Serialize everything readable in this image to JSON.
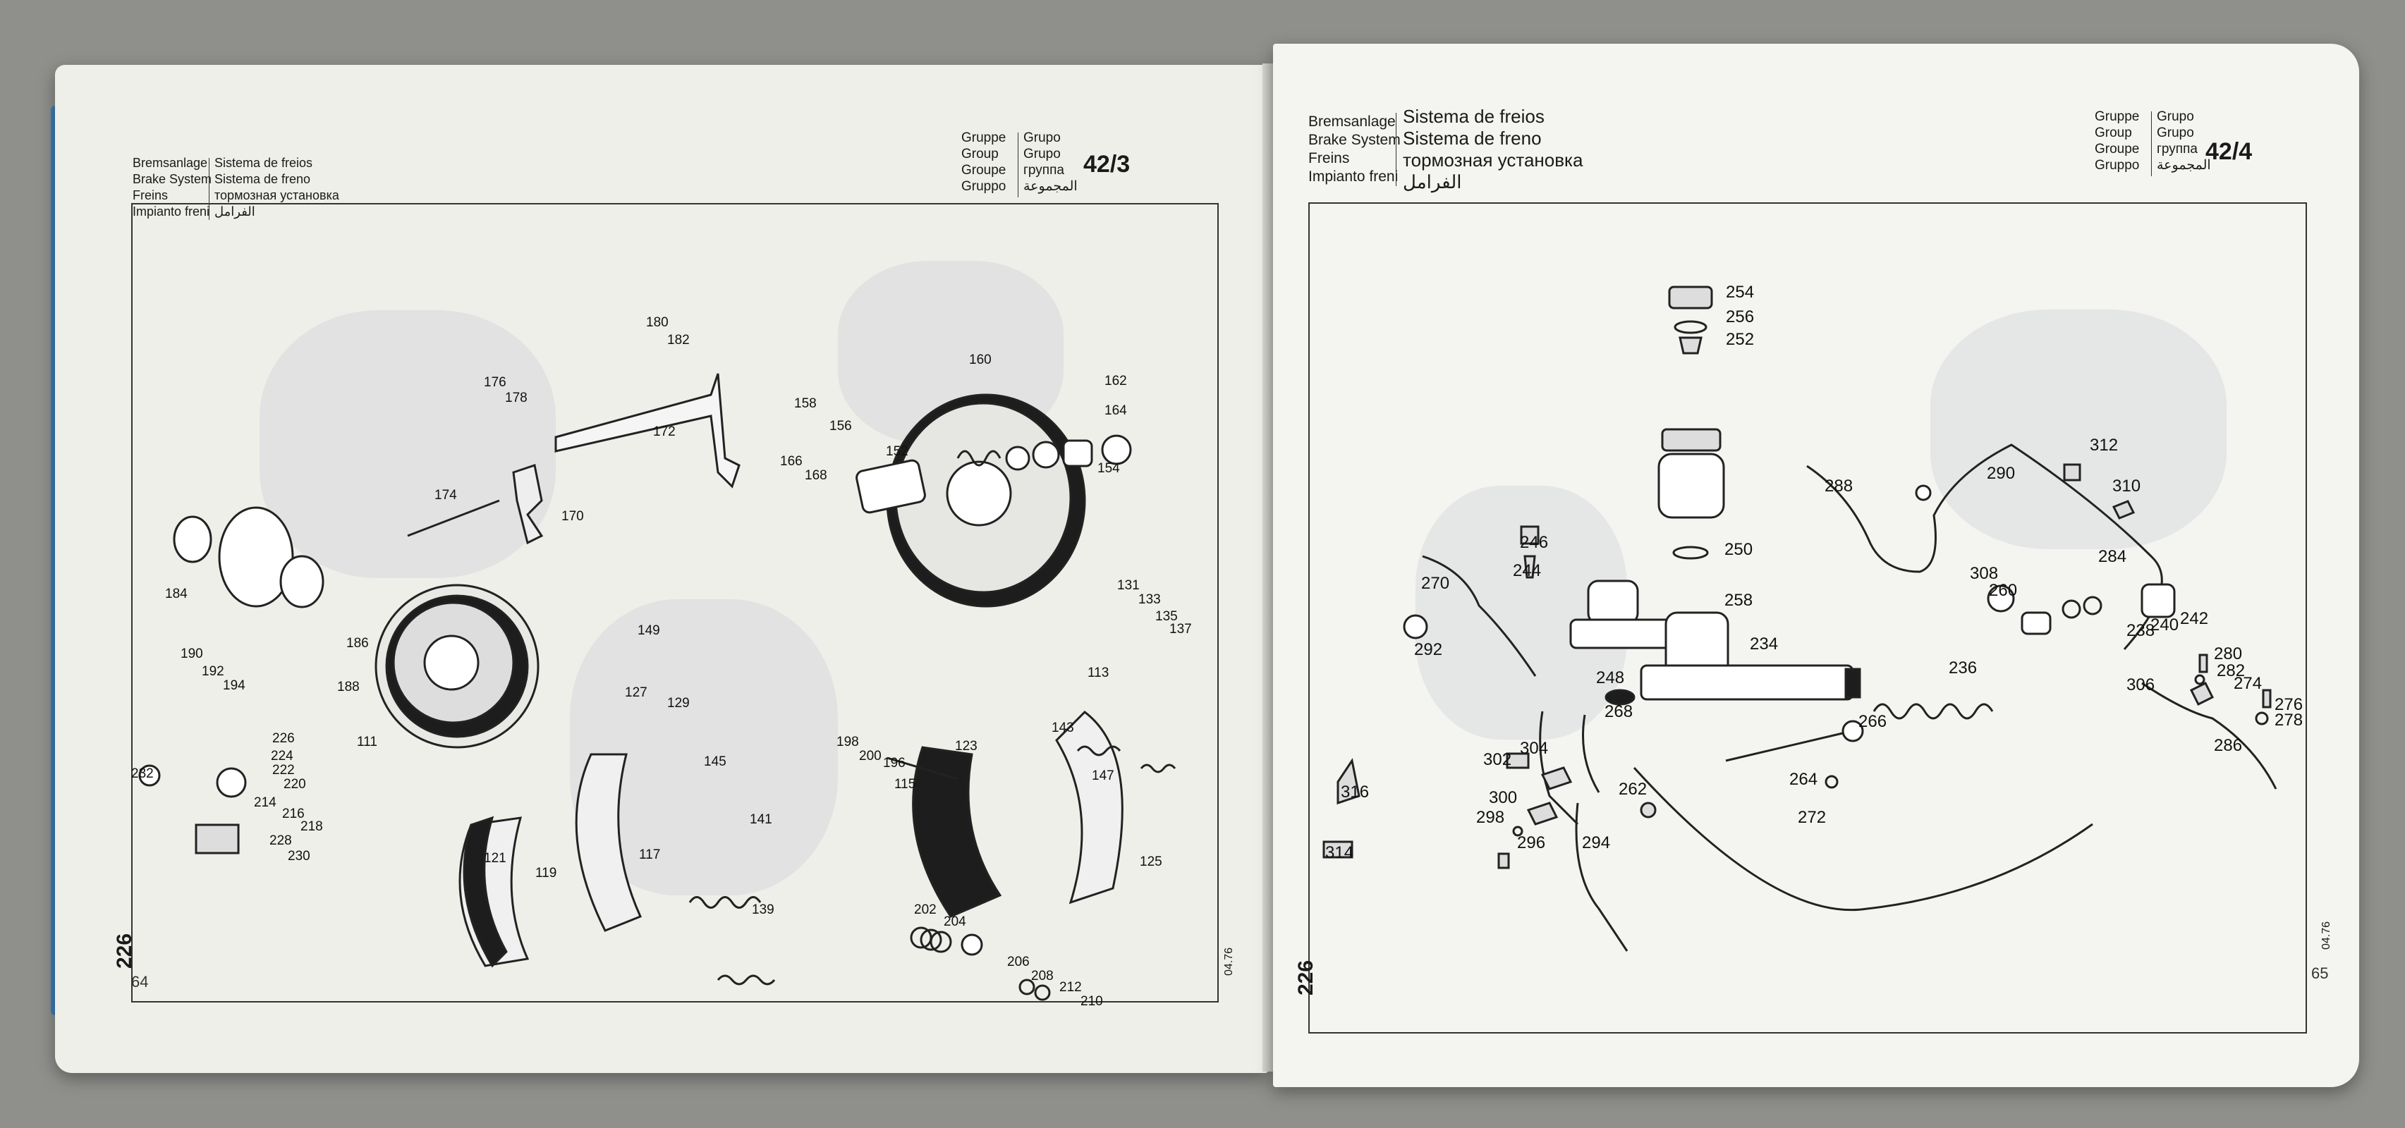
{
  "left_page": {
    "header_labels": [
      "Bremsanlage",
      "Brake System",
      "Freins",
      "Impianto freni"
    ],
    "header_translations": [
      "Sistema de freios",
      "Sistema de freno",
      "тормозная установка",
      "الفرامل"
    ],
    "group_labels": [
      "Gruppe",
      "Group",
      "Groupe",
      "Gruppo"
    ],
    "group_translations": [
      "Grupo",
      "Grupo",
      "группа",
      "المجموعة"
    ],
    "group_number": "42/3",
    "side_number": "226",
    "side_date": "04.76",
    "page_number": "64",
    "part_numbers": [
      "180",
      "182",
      "176",
      "178",
      "172",
      "158",
      "156",
      "166",
      "168",
      "152",
      "160",
      "162",
      "164",
      "154",
      "174",
      "170",
      "184",
      "186",
      "190",
      "192",
      "194",
      "188",
      "149",
      "131",
      "133",
      "135",
      "137",
      "113",
      "127",
      "129",
      "111",
      "226",
      "224",
      "222",
      "232",
      "220",
      "214",
      "216",
      "218",
      "228",
      "230",
      "198",
      "200",
      "196",
      "145",
      "115",
      "123",
      "143",
      "147",
      "141",
      "121",
      "119",
      "117",
      "139",
      "202",
      "204",
      "125",
      "206",
      "208",
      "212",
      "210"
    ]
  },
  "right_page": {
    "header_labels": [
      "Bremsanlage",
      "Brake System",
      "Freins",
      "Impianto freni"
    ],
    "header_translations": [
      "Sistema de freios",
      "Sistema de freno",
      "тормозная установка",
      "الفرامل"
    ],
    "group_labels": [
      "Gruppe",
      "Group",
      "Groupe",
      "Gruppo"
    ],
    "group_translations": [
      "Grupo",
      "Grupo",
      "группа",
      "المجموعة"
    ],
    "group_number": "42/4",
    "side_number": "226",
    "side_date": "04.76",
    "page_number": "65",
    "part_numbers": [
      "254",
      "256",
      "252",
      "312",
      "290",
      "310",
      "288",
      "246",
      "250",
      "244",
      "308",
      "284",
      "270",
      "258",
      "260",
      "292",
      "242",
      "234",
      "240",
      "238",
      "280",
      "248",
      "236",
      "282",
      "274",
      "268",
      "306",
      "276",
      "278",
      "266",
      "302",
      "304",
      "286",
      "262",
      "264",
      "316",
      "300",
      "298",
      "296",
      "272",
      "294",
      "314"
    ]
  }
}
